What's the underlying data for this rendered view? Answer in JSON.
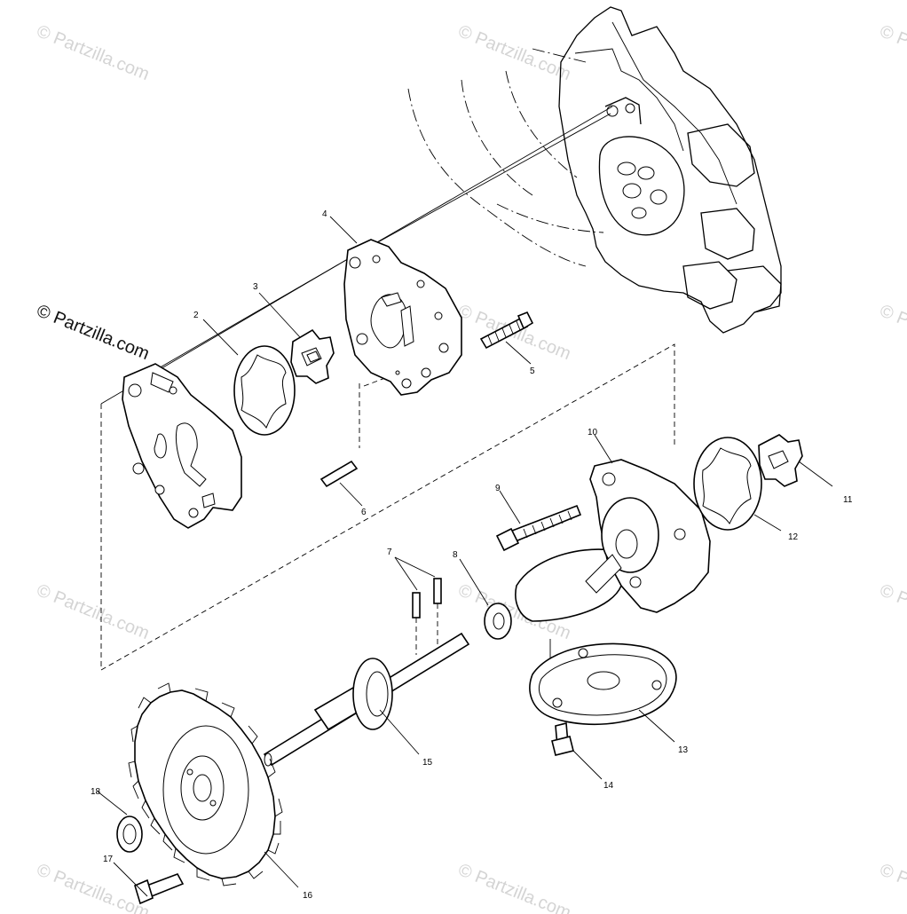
{
  "watermark": {
    "text": "© Partzilla.com",
    "main_text": "© Partzilla.com"
  },
  "callouts": [
    {
      "label": "2"
    },
    {
      "label": "3"
    },
    {
      "label": "4"
    },
    {
      "label": "5"
    },
    {
      "label": "6"
    },
    {
      "label": "7"
    },
    {
      "label": "8"
    },
    {
      "label": "9"
    },
    {
      "label": "10"
    },
    {
      "label": "11"
    },
    {
      "label": "12"
    },
    {
      "label": "13"
    },
    {
      "label": "14"
    },
    {
      "label": "15"
    },
    {
      "label": "16"
    },
    {
      "label": "17"
    },
    {
      "label": "18"
    }
  ]
}
